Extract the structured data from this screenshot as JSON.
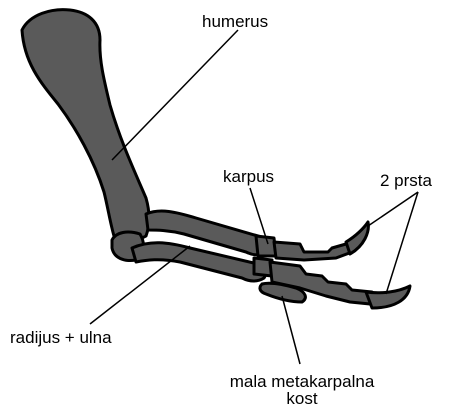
{
  "labels": {
    "humerus": "humerus",
    "karpus": "karpus",
    "prsta": "2 prsta",
    "radijus_ulna": "radijus + ulna",
    "metakarpal_line1": "mala metakarpalna",
    "metakarpal_line2": "kost"
  },
  "colors": {
    "bone_fill": "#5a5a5a",
    "bone_stroke": "#000000",
    "leader_line": "#000000",
    "background": "#ffffff"
  }
}
